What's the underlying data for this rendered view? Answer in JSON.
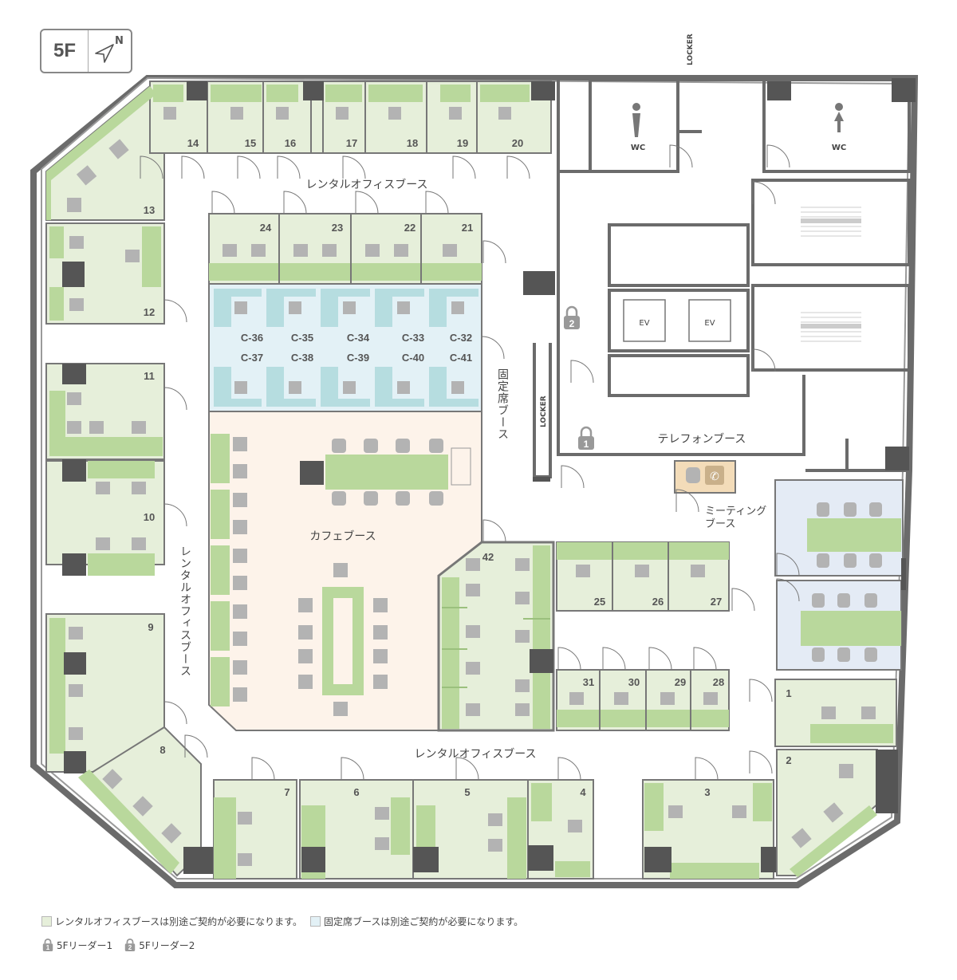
{
  "floor": "5F",
  "compass": "N",
  "labels": {
    "rental_top": "レンタルオフィスブース",
    "rental_left": "レンタルオフィスブース",
    "rental_bottom": "レンタルオフィスブース",
    "fixed": "固定席ブース",
    "cafe": "カフェブース",
    "telephone": "テレフォンブース",
    "meeting": "ミーティング\nブース",
    "locker_top": "LOCKER",
    "locker_mid": "LOCKER",
    "wc_left": "WC",
    "wc_right": "WC",
    "ev1": "EV",
    "ev2": "EV",
    "reader1_num": "1",
    "reader2_num": "2"
  },
  "rooms": [
    "14",
    "15",
    "16",
    "17",
    "18",
    "19",
    "20",
    "13",
    "12",
    "24",
    "23",
    "22",
    "21",
    "11",
    "10",
    "9",
    "8",
    "7",
    "6",
    "5",
    "4",
    "3",
    "2",
    "1",
    "42",
    "25",
    "26",
    "27",
    "31",
    "30",
    "29",
    "28"
  ],
  "fixed_seats_top": [
    "C-36",
    "C-35",
    "C-34",
    "C-33",
    "C-32"
  ],
  "fixed_seats_bottom": [
    "C-37",
    "C-38",
    "C-39",
    "C-40",
    "C-41"
  ],
  "legend": {
    "rental_note": "レンタルオフィスブースは別途ご契約が必要になります。",
    "fixed_note": "固定席ブースは別途ご契約が必要になります。",
    "reader1": "5Fリーダー1",
    "reader2": "5Fリーダー2",
    "reader1_icon_num": "1",
    "reader2_icon_num": "2"
  },
  "colors": {
    "rental": "#e6efda",
    "rental_furniture": "#b9d89c",
    "fixed": "#e3f1f6",
    "fixed_furniture": "#b6dde0",
    "cafe": "#fdf3ea",
    "meeting": "#e4ebf5",
    "telephone": "#f3dcb9",
    "wall": "#6b6b6b",
    "desk": "#b3b3b3",
    "pillar": "#555555"
  },
  "icons": [
    "compass-arrow-icon",
    "lock-icon",
    "male-icon",
    "female-icon",
    "phone-icon"
  ]
}
